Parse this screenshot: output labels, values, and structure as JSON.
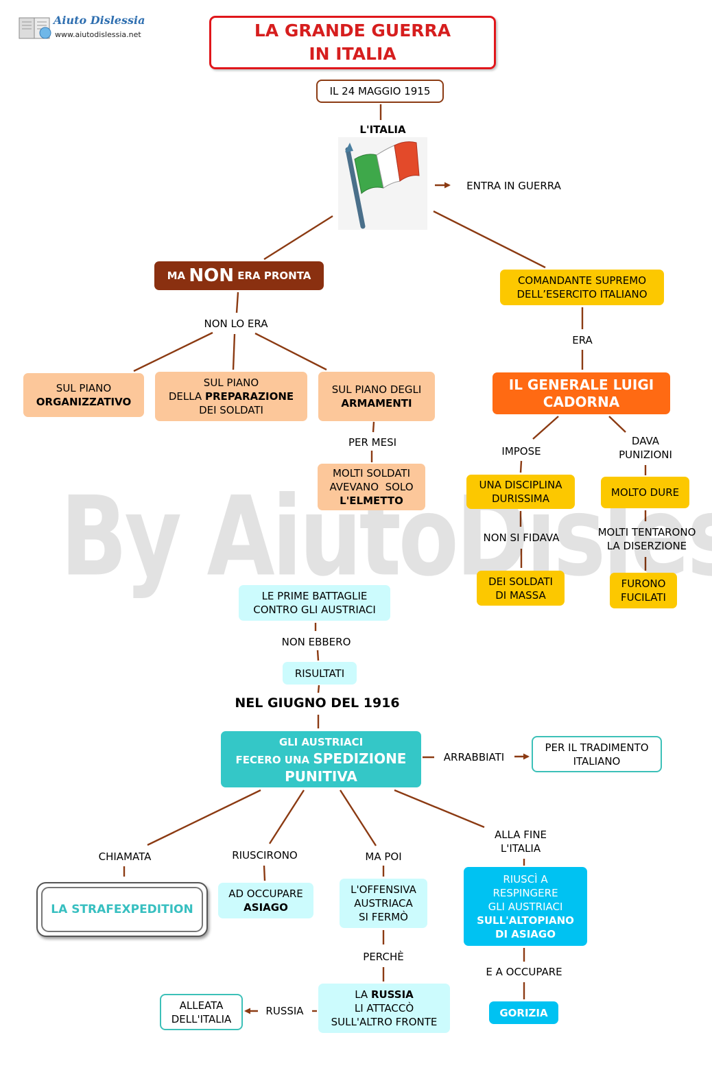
{
  "logo": {
    "brand": "Aiuto Dislessia",
    "url": "www.aiutodislessia.net"
  },
  "title": {
    "line1": "LA GRANDE GUERRA",
    "line2": "IN ITALIA"
  },
  "watermark": "By AiutoDislessia.net",
  "nodes": {
    "date": "IL 24 MAGGIO 1915",
    "italia": "L'ITALIA",
    "entra": "ENTRA IN GUERRA",
    "non_pronta": {
      "pre": "MA ",
      "big": "NON",
      "post": " ERA PRONTA"
    },
    "non_lo_era": "NON LO ERA",
    "organizzativo": {
      "l1": "SUL PIANO",
      "l2": "ORGANIZZATIVO"
    },
    "preparazione": {
      "l1": "SUL PIANO",
      "l2a": "DELLA ",
      "l2b": "PREPARAZIONE",
      "l3": "DEI SOLDATI"
    },
    "armamenti": {
      "l1": "SUL PIANO DEGLI",
      "l2": "ARMAMENTI"
    },
    "per_mesi": "PER MESI",
    "elmetto": {
      "l1": "MOLTI SOLDATI",
      "l2": "AVEVANO  SOLO",
      "l3": "L'ELMETTO"
    },
    "comandante": {
      "l1": "COMANDANTE SUPREMO",
      "l2": "DELL’ESERCITO ITALIANO"
    },
    "era": "ERA",
    "cadorna": {
      "l1": "IL GENERALE LUIGI",
      "l2": "CADORNA"
    },
    "impose": "IMPOSE",
    "dava": {
      "l1": "DAVA",
      "l2": "PUNIZIONI"
    },
    "disciplina": {
      "l1": "UNA DISCIPLINA",
      "l2": "DURISSIMA"
    },
    "molto_dure": "MOLTO DURE",
    "non_si_fidava": "NON SI FIDAVA",
    "diserzione": {
      "l1": "MOLTI TENTARONO",
      "l2": "LA DISERZIONE"
    },
    "soldati_massa": {
      "l1": "DEI SOLDATI",
      "l2": "DI MASSA"
    },
    "fucilati": {
      "l1": "FURONO",
      "l2": "FUCILATI"
    },
    "prime_battaglie": {
      "l1": "LE PRIME BATTAGLIE",
      "l2": "CONTRO GLI AUSTRIACI"
    },
    "non_ebbero": "NON EBBERO",
    "risultati": "RISULTATI",
    "giugno": "NEL GIUGNO DEL 1916",
    "spedizione": {
      "l1": "GLI AUSTRIACI",
      "l2a": "FECERO UNA ",
      "l2b": "SPEDIZIONE",
      "l3": "PUNITIVA"
    },
    "arrabbiati": "ARRABBIATI",
    "tradimento": {
      "l1": "PER IL TRADIMENTO",
      "l2": "ITALIANO"
    },
    "chiamata": "CHIAMATA",
    "strafexpedition": "LA STRAFEXPEDITION",
    "riuscirono": "RIUSCIRONO",
    "asiago": {
      "l1": "AD OCCUPARE",
      "l2": "ASIAGO"
    },
    "ma_poi": "MA POI",
    "offensiva": {
      "l1": "L'OFFENSIVA",
      "l2": "AUSTRIACA",
      "l3": "SI FERMÒ"
    },
    "perche": "PERCHÈ",
    "russia_box": {
      "l1a": "LA ",
      "l1b": "RUSSIA",
      "l2": "LI ATTACCÒ",
      "l3": "SULL'ALTRO FRONTE"
    },
    "russia": "RUSSIA",
    "alleata": {
      "l1": "ALLEATA",
      "l2": "DELL'ITALIA"
    },
    "alla_fine": {
      "l1": "ALLA FINE",
      "l2": "L'ITALIA"
    },
    "respingere": {
      "l1": "RIUSCÌ A",
      "l2": "RESPINGERE",
      "l3": "GLI AUSTRIACI",
      "l4": "SULL'ALTOPIANO",
      "l5": "DI ASIAGO"
    },
    "e_a_occupare": "E A OCCUPARE",
    "gorizia": "GORIZIA"
  },
  "colors": {
    "title_border": "#e0161b",
    "title_text": "#d61e1e",
    "connector": "#8b3a12",
    "dark_brown": "#8a3010",
    "peach": "#fcc79a",
    "yellow": "#fcc800",
    "orange": "#ff6a13",
    "light_cyan": "#ccfbfd",
    "teal": "#34c7c7",
    "blue": "#00c2f2",
    "outline_teal": "#3cc0b8",
    "strafexpedition_text": "#37bfc0"
  }
}
